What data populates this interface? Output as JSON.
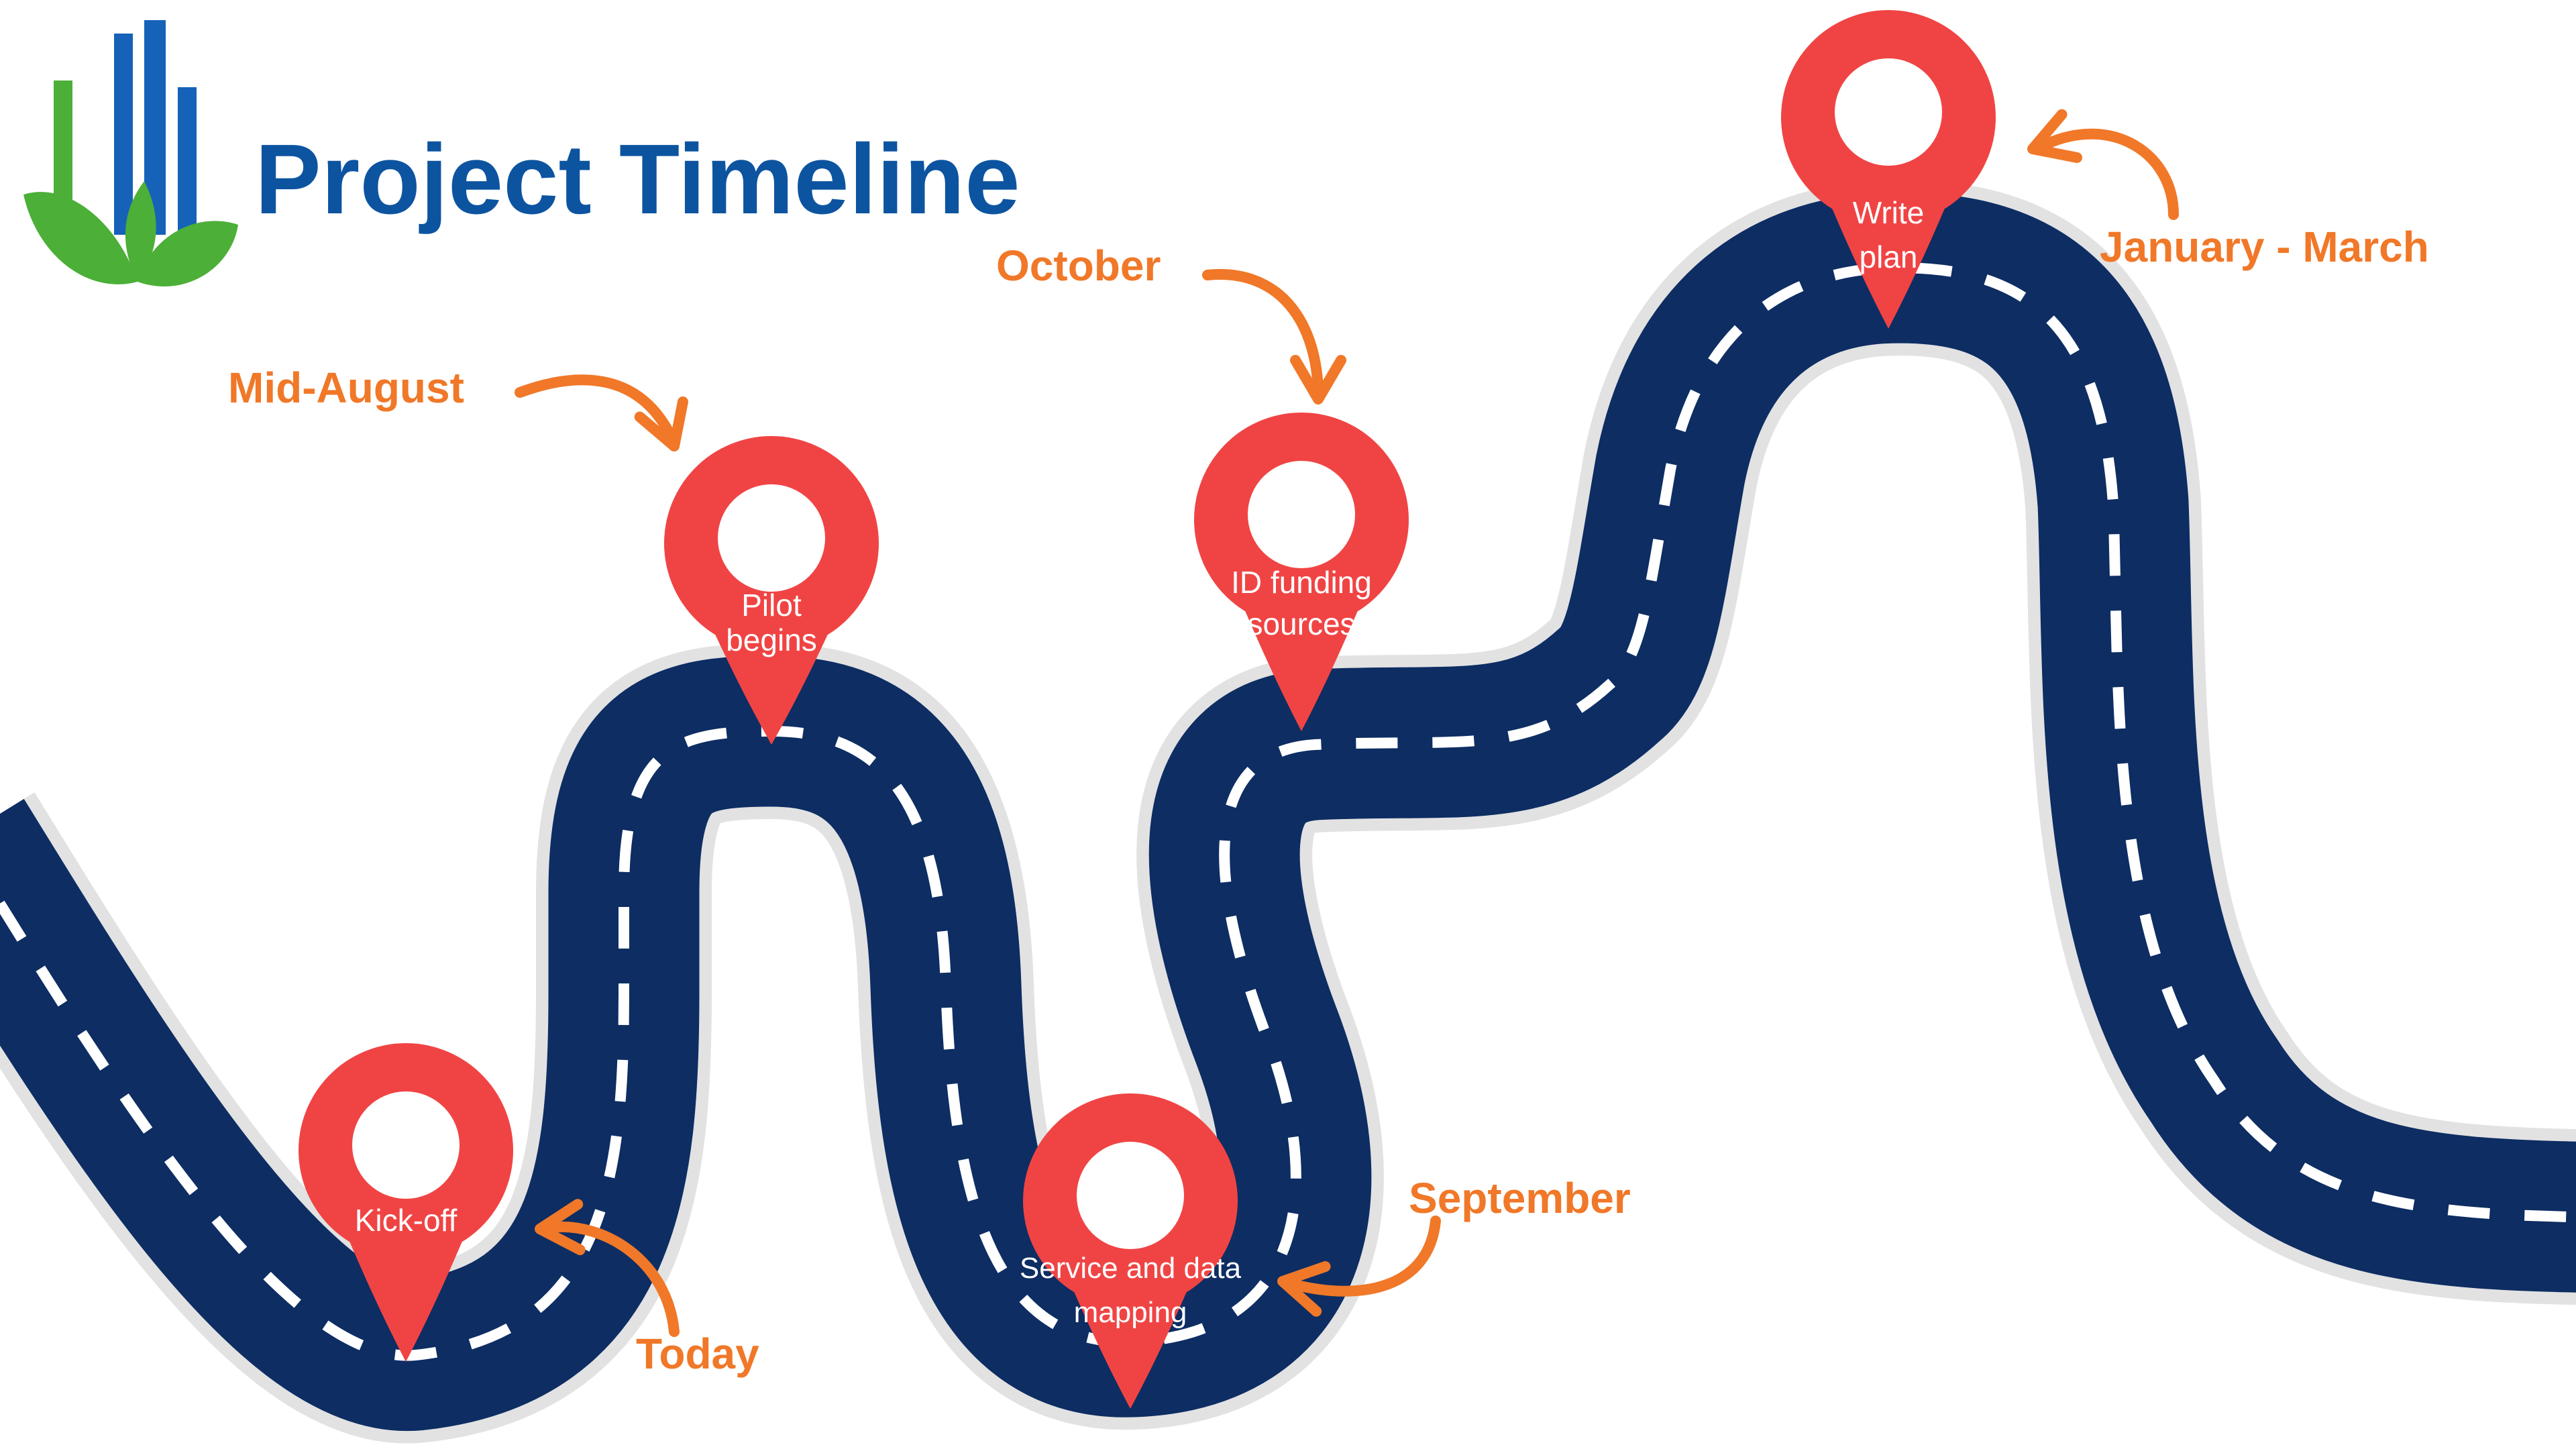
{
  "header": {
    "title": "Project Timeline"
  },
  "colors": {
    "road": "#0d2d63",
    "road_edge": "#e2e2e2",
    "lane_dash": "#ffffff",
    "pin": "#f04444",
    "pin_hole": "#ffffff",
    "pin_text": "#ffffff",
    "date_text": "#f07828",
    "arrow": "#f07828",
    "title": "#0d54a0",
    "logo_blue": "#1662b8",
    "logo_green": "#4caf38"
  },
  "icons": {
    "logo": "city-skyline-with-leaves-logo",
    "pin": "map-pin-icon",
    "arrow": "curved-arrow-icon"
  },
  "milestones": [
    {
      "label_lines": [
        "Kick-off"
      ],
      "date": "Today"
    },
    {
      "label_lines": [
        "Pilot",
        "begins"
      ],
      "date": "Mid-August"
    },
    {
      "label_lines": [
        "Service and data",
        "mapping"
      ],
      "date": "September"
    },
    {
      "label_lines": [
        "ID funding",
        "sources"
      ],
      "date": "October"
    },
    {
      "label_lines": [
        "Write",
        "plan"
      ],
      "date": "January - March"
    }
  ]
}
